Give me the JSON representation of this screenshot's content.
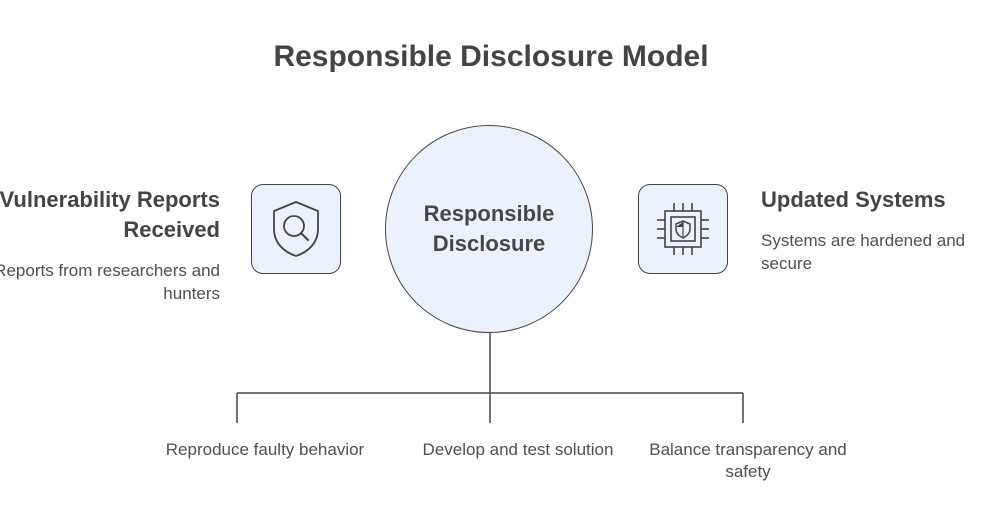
{
  "title": "Responsible Disclosure Model",
  "center": {
    "label": "Responsible Disclosure"
  },
  "left": {
    "heading": "Vulnerability Reports Received",
    "text": "Reports from researchers and hunters",
    "icon": "shield-search-icon"
  },
  "right": {
    "heading": "Updated Systems",
    "text": "Systems are hardened and secure",
    "icon": "chip-shield-icon"
  },
  "branches": [
    {
      "label": "Reproduce faulty behavior"
    },
    {
      "label": "Develop and test solution"
    },
    {
      "label": "Balance transparency and safety"
    }
  ],
  "colors": {
    "node_fill": "#ecf2fd",
    "stroke": "#444444",
    "text": "#4a4a4a"
  }
}
